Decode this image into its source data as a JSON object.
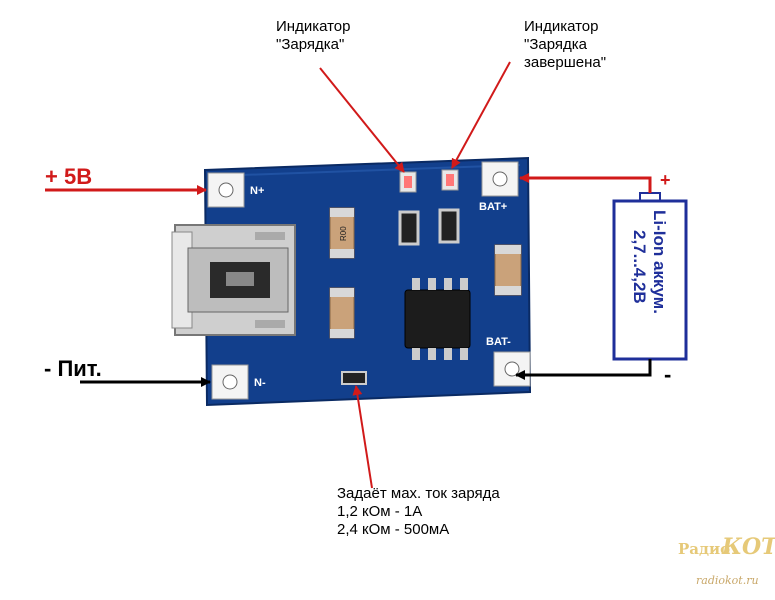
{
  "labels": {
    "ind_charging_l1": "Индикатор",
    "ind_charging_l2": "\"Зарядка\"",
    "ind_done_l1": "Индикатор",
    "ind_done_l2": "\"Зарядка",
    "ind_done_l3": "завершена\"",
    "plus5v": "+ 5В",
    "minus_pit": "- Пит.",
    "minus": "-",
    "plus": "+",
    "current_l1": "Задаёт мах. ток заряда",
    "current_l2": "1,2 кОм - 1А",
    "current_l3": "2,4 кОм - 500мА"
  },
  "pcb": {
    "n_plus": "N+",
    "n_minus": "N-",
    "bat_plus": "BAT+",
    "bat_minus": "BAT-",
    "r_code": "R00"
  },
  "battery": {
    "line1": "Li-Ion аккум.",
    "line2": "2,7...4,2В"
  },
  "watermark": {
    "logo_left": "Радио",
    "logo_right": "КОТ",
    "site": "radiokot.ru"
  },
  "colors": {
    "pcb": "#123f8c",
    "arrow_red": "#d11a1a",
    "battery_border": "#1f2f9a",
    "text_blue": "#1f2f9a"
  }
}
